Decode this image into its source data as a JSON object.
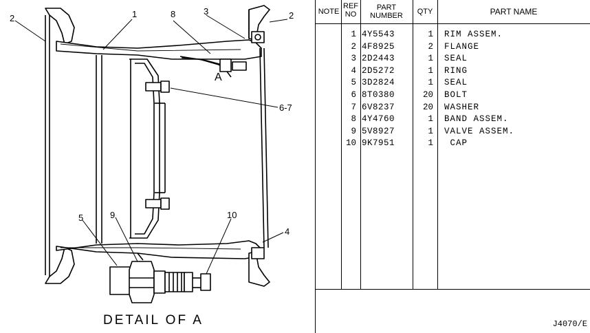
{
  "drawing": {
    "callouts": [
      "2",
      "1",
      "8",
      "3",
      "2",
      "6-7",
      "A",
      "5",
      "9",
      "10",
      "4"
    ],
    "detail_title": "DETAIL OF A"
  },
  "table": {
    "headers": {
      "note": "NOTE",
      "ref_no": [
        "REF",
        "NO"
      ],
      "part_number": [
        "PART",
        "NUMBER"
      ],
      "qty": "QTY",
      "part_name": "PART NAME"
    },
    "rows": [
      {
        "ref": "1",
        "part_number": "4Y5543",
        "qty": "1",
        "name": "RIM ASSEM."
      },
      {
        "ref": "2",
        "part_number": "4F8925",
        "qty": "2",
        "name": "FLANGE"
      },
      {
        "ref": "3",
        "part_number": "2D2443",
        "qty": "1",
        "name": "SEAL"
      },
      {
        "ref": "4",
        "part_number": "2D5272",
        "qty": "1",
        "name": "RING"
      },
      {
        "ref": "5",
        "part_number": "3D2824",
        "qty": "1",
        "name": "SEAL"
      },
      {
        "ref": "6",
        "part_number": "8T0380",
        "qty": "20",
        "name": "BOLT"
      },
      {
        "ref": "7",
        "part_number": "6V8237",
        "qty": "20",
        "name": "WASHER"
      },
      {
        "ref": "8",
        "part_number": "4Y4760",
        "qty": "1",
        "name": "BAND ASSEM."
      },
      {
        "ref": "9",
        "part_number": "5V8927",
        "qty": "1",
        "name": "VALVE ASSEM."
      },
      {
        "ref": "10",
        "part_number": "9K7951",
        "qty": "1",
        "name": " CAP"
      }
    ]
  },
  "doc_id": "J4070/E"
}
